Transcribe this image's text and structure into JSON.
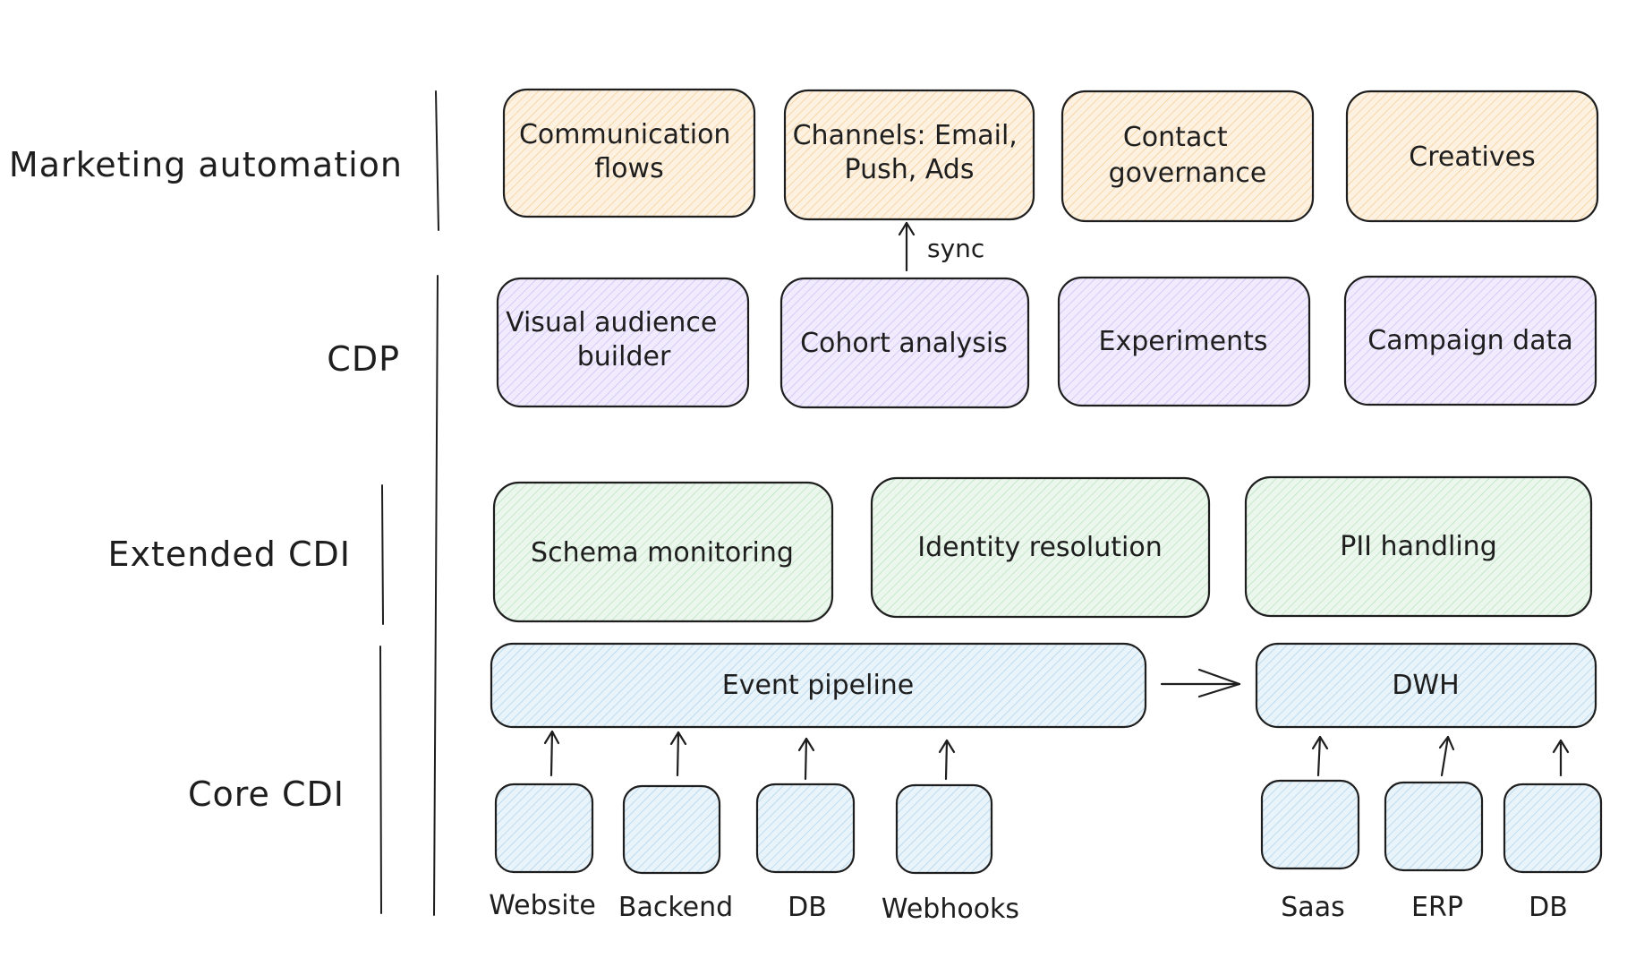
{
  "layers": [
    {
      "id": "ma",
      "label": "Marketing automation"
    },
    {
      "id": "cdp",
      "label": "CDP"
    },
    {
      "id": "ext",
      "label": "Extended CDI"
    },
    {
      "id": "core",
      "label": "Core CDI"
    }
  ],
  "boxes": {
    "communication_flows": [
      "Communication",
      "flows"
    ],
    "channels": [
      "Channels: Email,",
      "Push, Ads"
    ],
    "contact_governance": [
      "Contact",
      "governance"
    ],
    "creatives": [
      "Creatives"
    ],
    "visual_audience_builder": [
      "Visual audience",
      "builder"
    ],
    "cohort_analysis": [
      "Cohort analysis"
    ],
    "experiments": [
      "Experiments"
    ],
    "campaign_data": [
      "Campaign data"
    ],
    "schema_monitoring": [
      "Schema monitoring"
    ],
    "identity_resolution": [
      "Identity resolution"
    ],
    "pii_handling": [
      "PII handling"
    ],
    "event_pipeline": [
      "Event pipeline"
    ],
    "dwh": [
      "DWH"
    ]
  },
  "sources": {
    "website": "Website",
    "backend": "Backend",
    "db_left": "DB",
    "webhooks": "Webhooks",
    "saas": "Saas",
    "erp": "ERP",
    "db_right": "DB"
  },
  "edges": {
    "sync_label": "sync"
  },
  "colors": {
    "orange": "#f5a623",
    "orange_fill": "#fdf1e1",
    "purple": "#a78bfa",
    "purple_fill": "#f1ecfd",
    "green": "#82cc8f",
    "green_fill": "#ebf7ec",
    "blue": "#7ab6db",
    "blue_fill": "#e8f3fa",
    "ink": "#1e1e1e"
  }
}
